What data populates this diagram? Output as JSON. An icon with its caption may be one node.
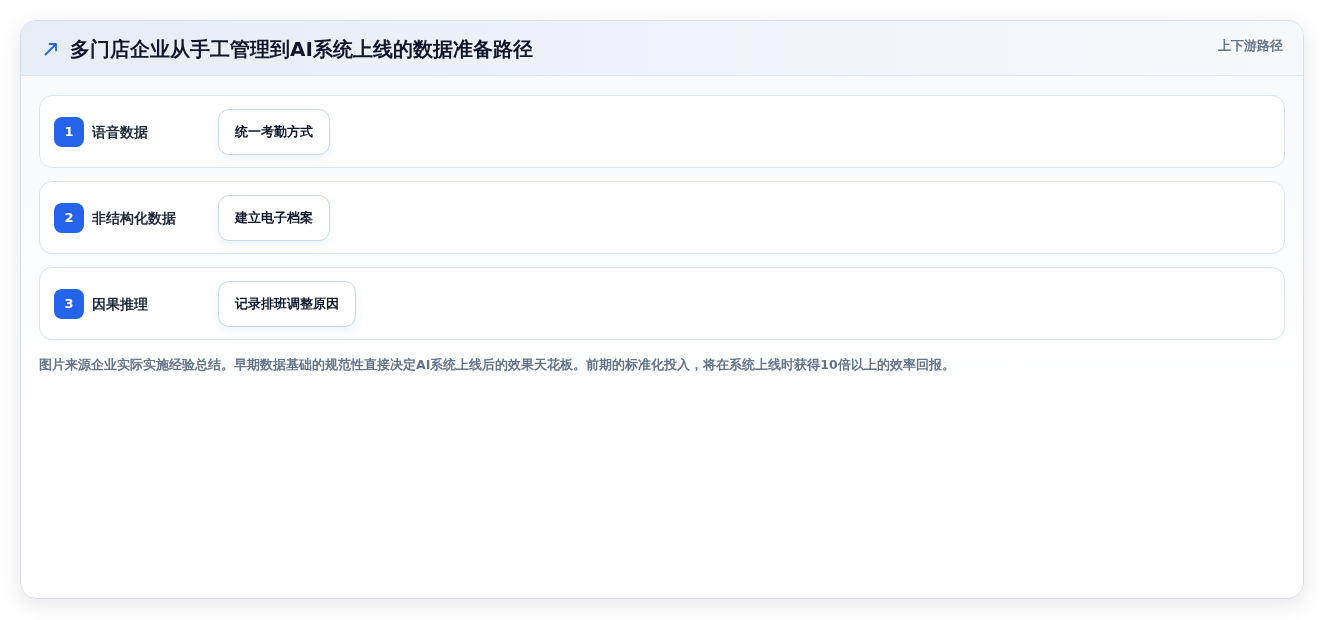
{
  "diagram": {
    "title": "多门店企业从手工管理到AI系统上线的数据准备路径",
    "caption": "图片来源企业实际实施经验总结。早期数据基础的规范性直接决定AI系统上线后的效果天花板。前期的标准化投入，将在系统上线时获得10倍以上的效率回报。",
    "nodes": [
      {
        "text": [
          "语音数据"
        ]
      },
      {
        "text": [
          "1"
        ],
        "in": 0
      },
      {
        "text": [
          "统一考勤方式"
        ],
        "in": 0
      },
      {
        "text": [
          "非结构化数据"
        ]
      },
      {
        "text": [
          "2"
        ],
        "in": 3
      },
      {
        "text": [
          "建立电子档案"
        ],
        "in": 3
      },
      {
        "text": [
          "因果推理"
        ]
      },
      {
        "text": [
          "3"
        ],
        "in": 6
      },
      {
        "text": [
          "记录排班调整原因"
        ],
        "in": 6
      }
    ],
    "labels": [
      "上下游路径"
    ]
  }
}
